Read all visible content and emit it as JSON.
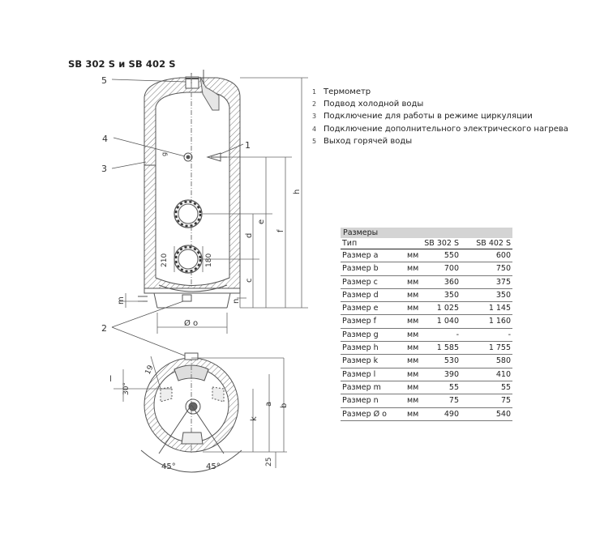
{
  "title": "SB 302 S и SB 402 S",
  "legend": [
    {
      "num": "1",
      "text": "Термометр"
    },
    {
      "num": "2",
      "text": "Подвод холодной воды"
    },
    {
      "num": "3",
      "text": "Подключение для работы в режиме циркуляции"
    },
    {
      "num": "4",
      "text": "Подключение дополнительного электрического нагрева"
    },
    {
      "num": "5",
      "text": "Выход горячей воды"
    }
  ],
  "table": {
    "caption": "Размеры",
    "headers": [
      "Тип",
      "",
      "SB 302 S",
      "SB 402 S"
    ],
    "rows": [
      [
        "Размер a",
        "мм",
        "550",
        "600"
      ],
      [
        "Размер b",
        "мм",
        "700",
        "750"
      ],
      [
        "Размер c",
        "мм",
        "360",
        "375"
      ],
      [
        "Размер d",
        "мм",
        "350",
        "350"
      ],
      [
        "Размер e",
        "мм",
        "1 025",
        "1 145"
      ],
      [
        "Размер f",
        "мм",
        "1 040",
        "1 160"
      ],
      [
        "Размер g",
        "мм",
        "-",
        "-"
      ],
      [
        "Размер h",
        "мм",
        "1 585",
        "1 755"
      ],
      [
        "Размер k",
        "мм",
        "530",
        "580"
      ],
      [
        "Размер l",
        "мм",
        "390",
        "410"
      ],
      [
        "Размер m",
        "мм",
        "55",
        "55"
      ],
      [
        "Размер n",
        "мм",
        "75",
        "75"
      ],
      [
        "Размер Ø o",
        "мм",
        "490",
        "540"
      ]
    ]
  },
  "drawing": {
    "callouts": [
      "5",
      "4",
      "3",
      "1",
      "2"
    ],
    "dims": {
      "h": "h",
      "f": "f",
      "e": "e",
      "d": "d",
      "c": "c",
      "g": "g",
      "m": "m",
      "n": "n",
      "o": "Ø o",
      "d210": "210",
      "d180": "180",
      "k": "k",
      "a": "a",
      "b": "b",
      "l": "l",
      "d25": "25",
      "a30": "30°",
      "d19": "19",
      "a45l": "45°",
      "a45r": "45°"
    }
  }
}
